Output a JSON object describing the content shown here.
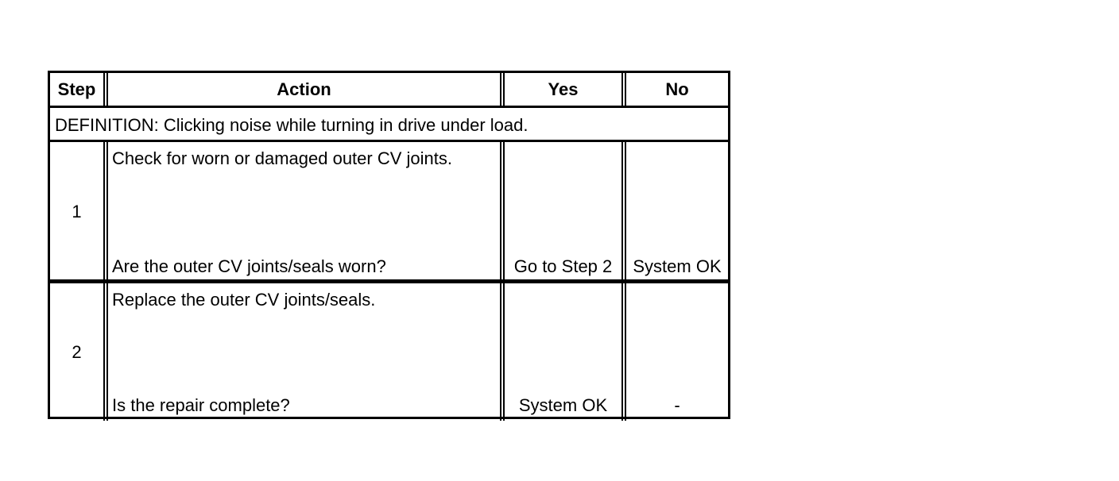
{
  "table": {
    "headers": {
      "step": "Step",
      "action": "Action",
      "yes": "Yes",
      "no": "No"
    },
    "definition": "DEFINITION: Clicking noise while turning in drive under load.",
    "steps": [
      {
        "number": "1",
        "action_text": "Check for worn or damaged outer CV joints.",
        "question": "Are the outer CV joints/seals worn?",
        "yes": "Go to Step 2",
        "no": "System OK"
      },
      {
        "number": "2",
        "action_text": "Replace the outer CV joints/seals.",
        "question": "Is the repair complete?",
        "yes": "System OK",
        "no": "-"
      }
    ]
  }
}
